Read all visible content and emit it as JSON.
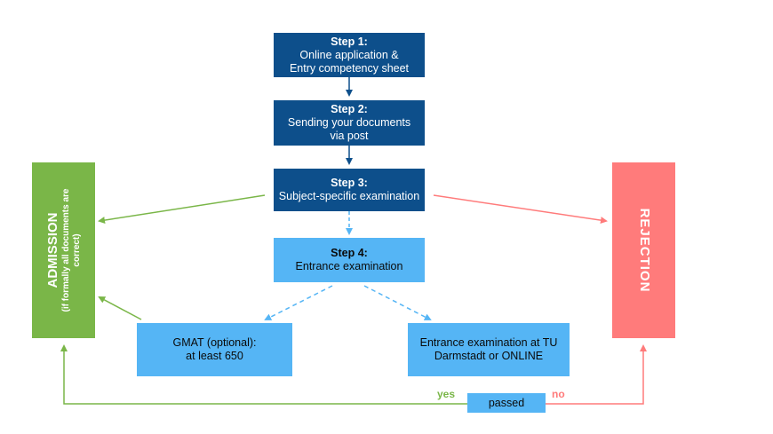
{
  "steps": {
    "step1": {
      "title": "Step 1:",
      "line1": "Online application &",
      "line2": "Entry competency sheet"
    },
    "step2": {
      "title": "Step 2:",
      "line1": "Sending your documents",
      "line2": "via post"
    },
    "step3": {
      "title": "Step 3:",
      "line1": "Subject-specific examination"
    },
    "step4": {
      "title": "Step 4:",
      "line1": "Entrance examination"
    }
  },
  "options": {
    "gmat": {
      "line1": "GMAT (optional):",
      "line2": "at least 650"
    },
    "exam": {
      "line1": "Entrance examination at TU",
      "line2": "Darmstadt or ONLINE"
    }
  },
  "passed": "passed",
  "outcomes": {
    "admission": {
      "title": "ADMISSION",
      "sub1": "(if formally all documents are",
      "sub2": "correct)"
    },
    "rejection": {
      "title": "REJECTION"
    }
  },
  "branch_labels": {
    "yes": "yes",
    "no": "no"
  },
  "colors": {
    "dark_box": "#0d4f8b",
    "light_box": "#55b5f5",
    "admission": "#7ab648",
    "rejection": "#ff7b7b",
    "dark_arrow": "#0d4f8b",
    "dashed_arrow": "#55b5f5",
    "yes_line": "#7ab648",
    "no_line": "#ff7b7b"
  }
}
